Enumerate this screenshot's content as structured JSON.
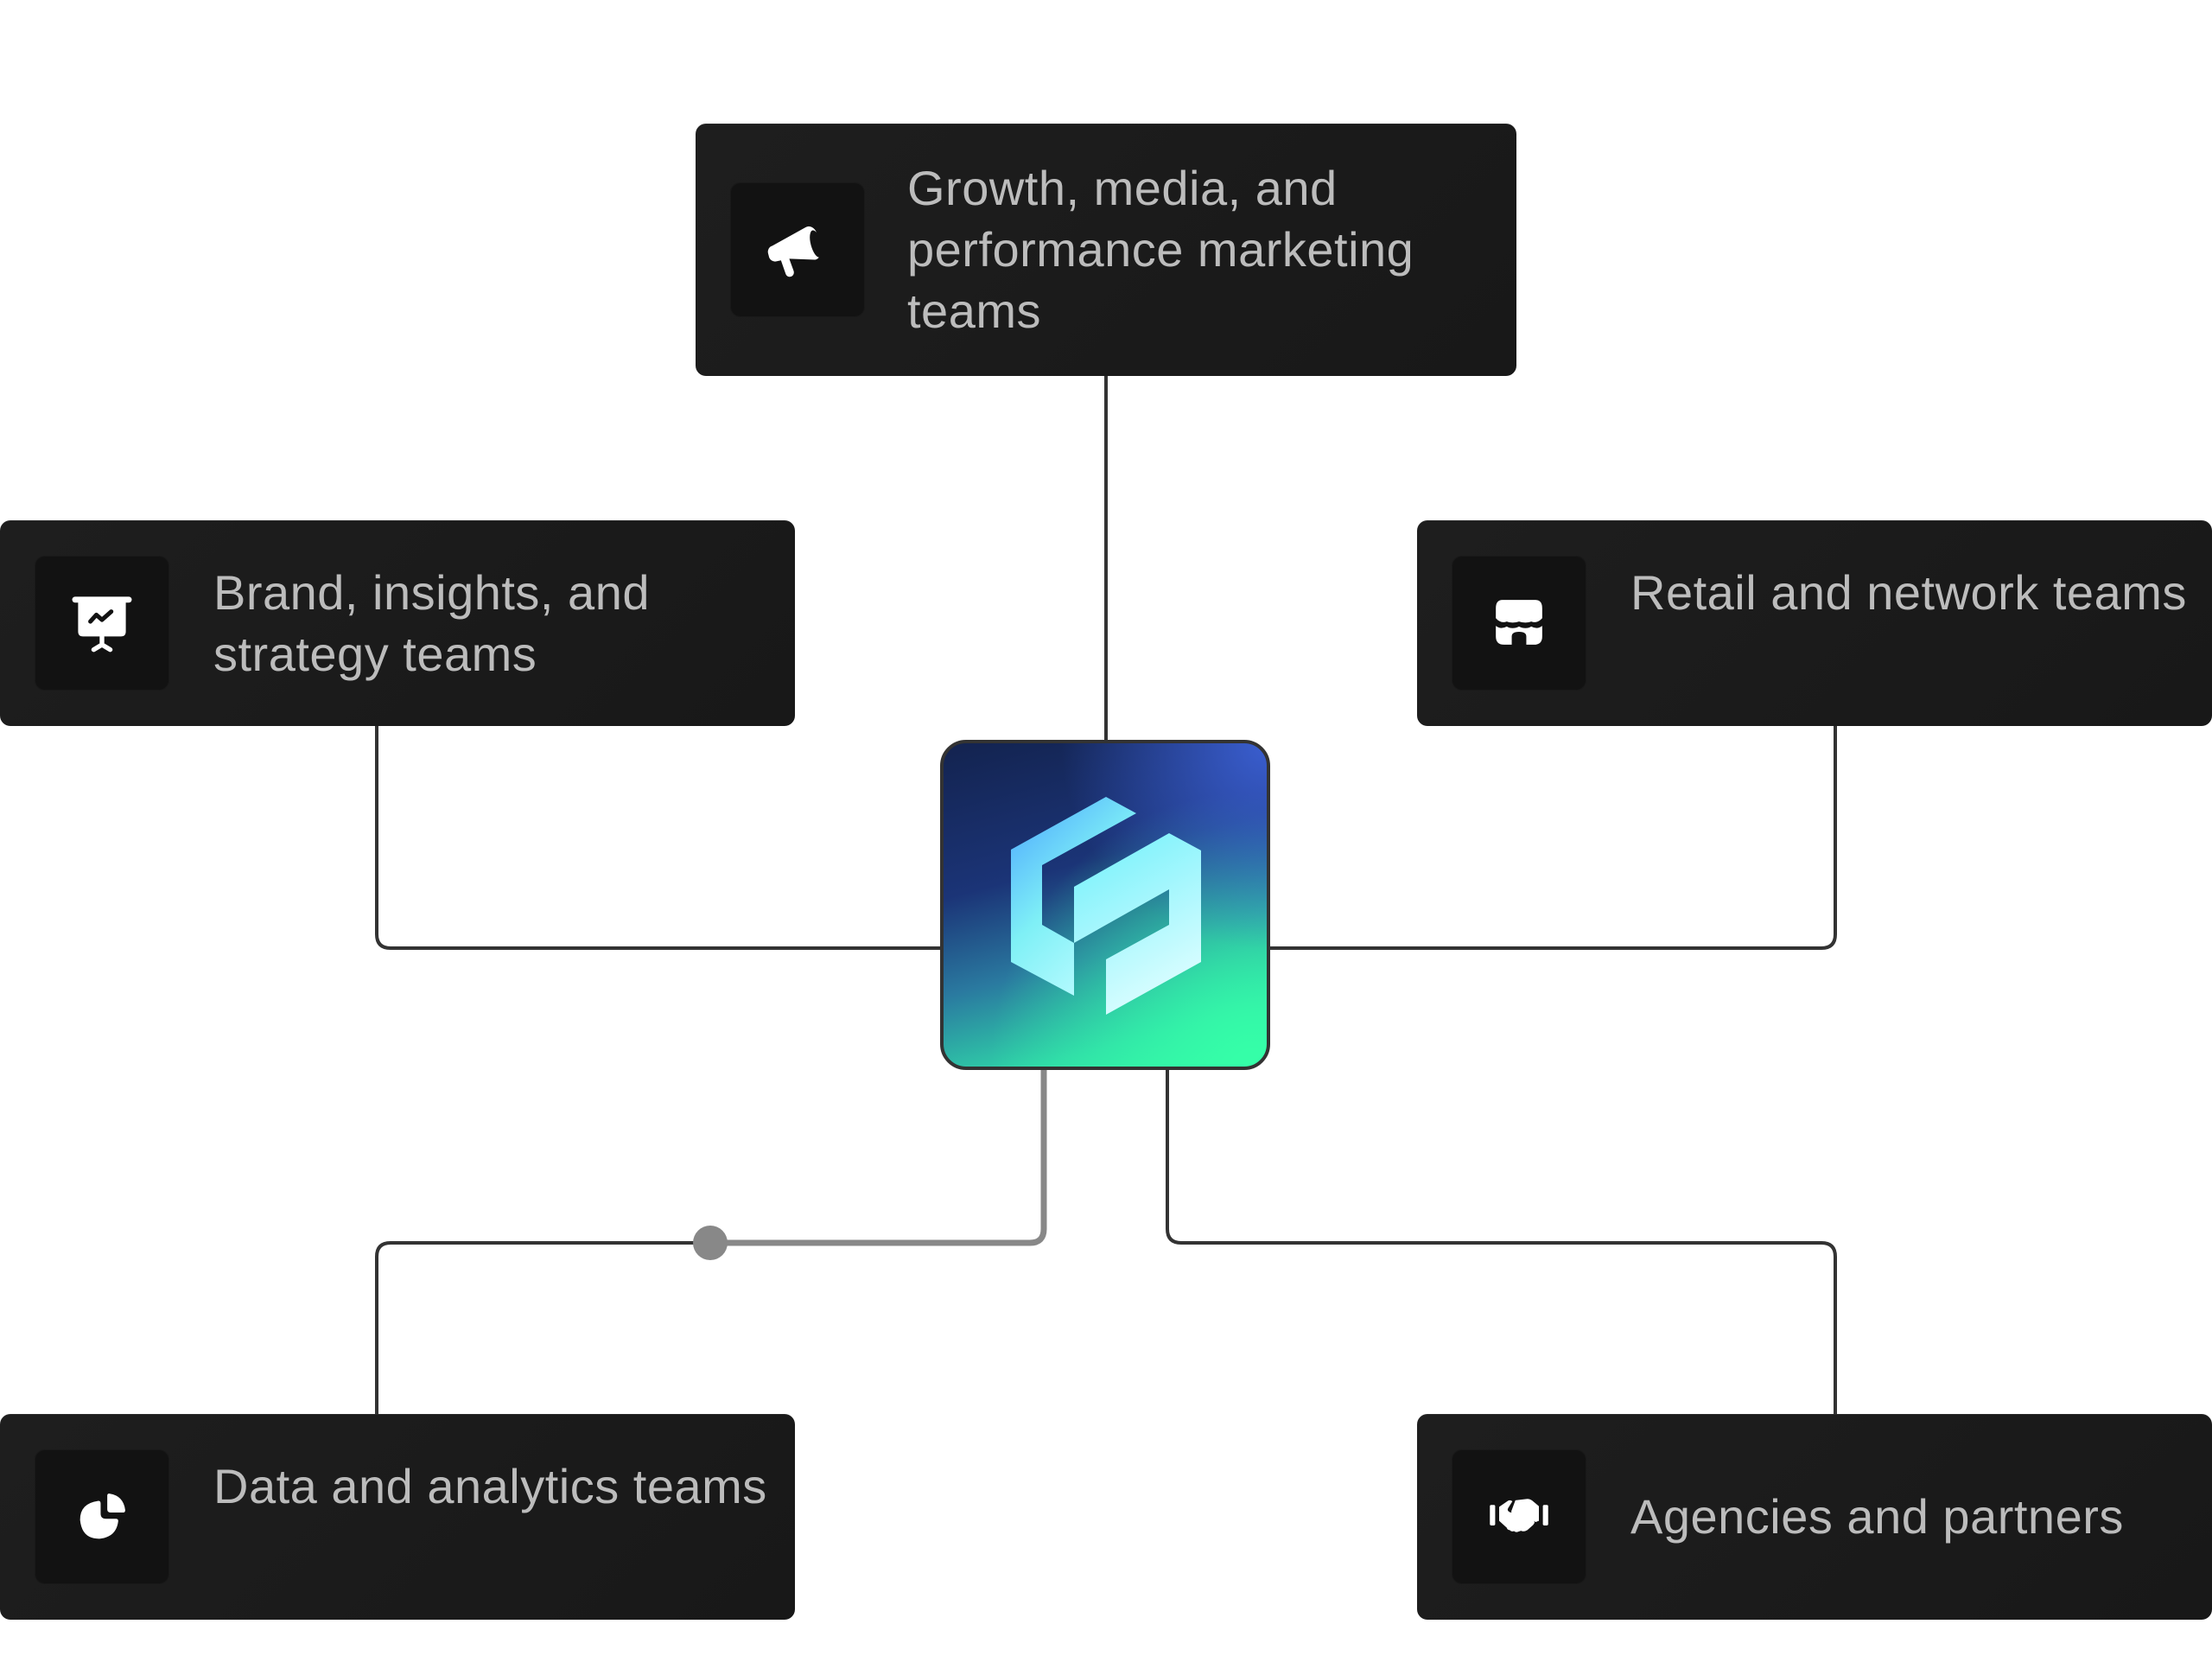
{
  "diagram": {
    "hub": {
      "name": "central-platform-logo",
      "icon": "hexagon-logo-icon"
    },
    "nodes": [
      {
        "id": "top",
        "label": "Growth, media, and performance marketing teams",
        "icon": "megaphone-icon"
      },
      {
        "id": "left",
        "label": "Brand, insights, and strategy teams",
        "icon": "presentation-chart-icon"
      },
      {
        "id": "right",
        "label": "Retail and network teams",
        "icon": "storefront-icon"
      },
      {
        "id": "bottom-left",
        "label": "Data and analytics teams",
        "icon": "pie-chart-icon"
      },
      {
        "id": "bottom-right",
        "label": "Agencies and partners",
        "icon": "handshake-icon"
      }
    ],
    "edges": [
      {
        "from": "hub",
        "to": "top",
        "highlighted": false
      },
      {
        "from": "hub",
        "to": "left",
        "highlighted": false
      },
      {
        "from": "hub",
        "to": "right",
        "highlighted": false
      },
      {
        "from": "hub",
        "to": "bottom-left",
        "highlighted": true,
        "progress": 0.5
      },
      {
        "from": "hub",
        "to": "bottom-right",
        "highlighted": false
      }
    ]
  },
  "colors": {
    "card_bg": "#1a1a1a",
    "icon_box_bg": "#121212",
    "label_text": "#bcbcbc",
    "connector": "#333333",
    "connector_active": "#888888",
    "hub_gradient_top": "#13234f",
    "hub_gradient_bottom": "#36f5a6"
  }
}
